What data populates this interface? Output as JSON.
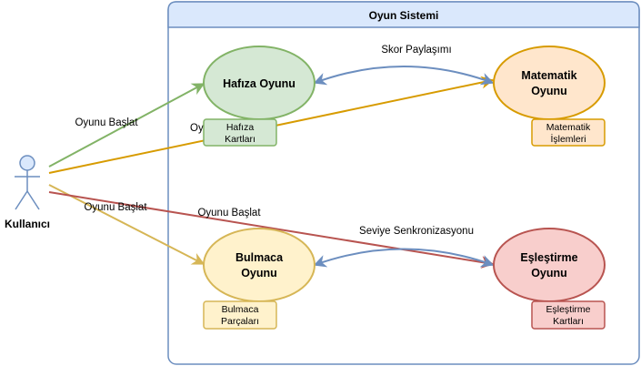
{
  "system": {
    "title": "Oyun Sistemi"
  },
  "actor": {
    "name": "Kullanıcı"
  },
  "usecases": {
    "memory": {
      "line1": "Hafıza Oyunu",
      "line2": "",
      "fill": "#d5e8d4",
      "stroke": "#82b366"
    },
    "math": {
      "line1": "Matematik",
      "line2": "Oyunu",
      "fill": "#ffe6cc",
      "stroke": "#d79b00"
    },
    "puzzle": {
      "line1": "Bulmaca",
      "line2": "Oyunu",
      "fill": "#fff2cc",
      "stroke": "#d6b656"
    },
    "match": {
      "line1": "Eşleştirme",
      "line2": "Oyunu",
      "fill": "#f8cecc",
      "stroke": "#b85450"
    }
  },
  "notes": {
    "memory": {
      "line1": "Hafıza",
      "line2": "Kartları"
    },
    "math": {
      "line1": "Matematik",
      "line2": "İşlemleri"
    },
    "puzzle": {
      "line1": "Bulmaca",
      "line2": "Parçaları"
    },
    "match": {
      "line1": "Eşleştirme",
      "line2": "Kartları"
    }
  },
  "edge_labels": {
    "start_memory": "Oyunu Başlat",
    "start_math_partial": "Oy",
    "start_puzzle": "Oyunu Başlat",
    "start_match": "Oyunu Başlat",
    "score_sharing": "Skor Paylaşımı",
    "level_sync": "Seviye Senkronizasyonu"
  },
  "colors": {
    "system_header": "#dae8fc",
    "system_border": "#6c8ebf",
    "actor_fill": "#dae8fc",
    "actor_stroke": "#6c8ebf",
    "edge_green": "#82b366",
    "edge_orange": "#d79b00",
    "edge_yellow": "#d6b656",
    "edge_red": "#b85450",
    "edge_blue": "#6c8ebf"
  }
}
